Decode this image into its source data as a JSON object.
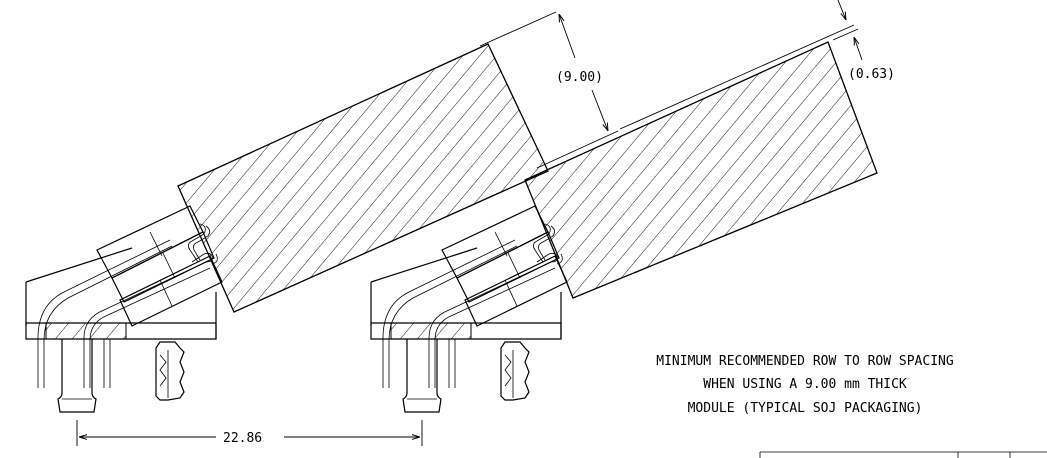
{
  "dimensions": {
    "module_thickness": "(9.00)",
    "clearance": "(0.63)",
    "row_pitch": "22.86"
  },
  "note": {
    "line1": "MINIMUM RECOMMENDED ROW TO ROW SPACING",
    "line2": "WHEN USING A 9.00 mm THICK",
    "line3": "MODULE (TYPICAL SOJ PACKAGING)"
  },
  "colors": {
    "line": "#000000",
    "background": "#ffffff"
  }
}
